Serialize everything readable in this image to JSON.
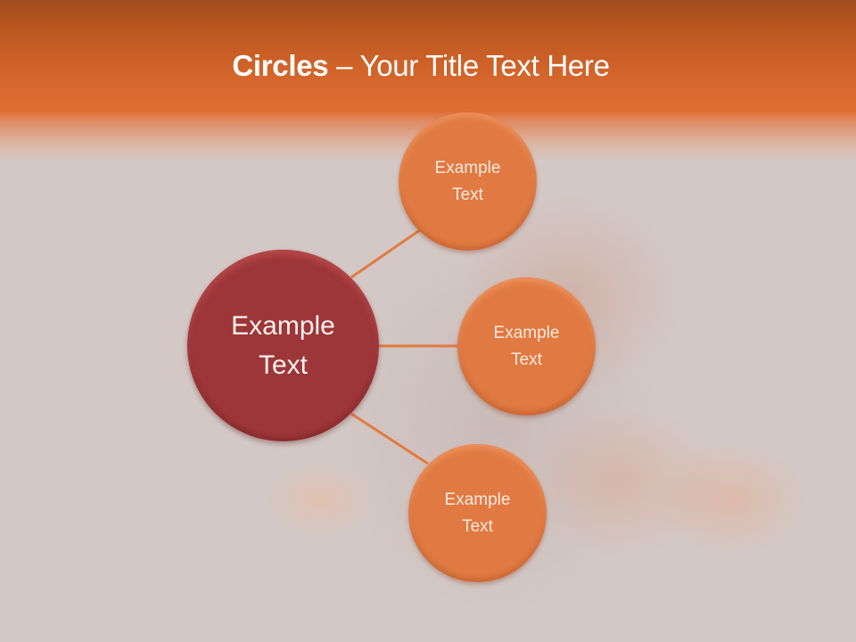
{
  "slide": {
    "title": {
      "bold": "Circles",
      "rest": " – Your Title Text Here"
    },
    "colors": {
      "header_orange": "#e06e32",
      "center_circle": "#9c3638",
      "outer_circle": "#e07a42",
      "connector": "#e27b3e",
      "background": "#d3c8c5"
    }
  },
  "diagram": {
    "center": {
      "line1": "Example",
      "line2": "Text"
    },
    "nodes": [
      {
        "line1": "Example",
        "line2": "Text"
      },
      {
        "line1": "Example",
        "line2": "Text"
      },
      {
        "line1": "Example",
        "line2": "Text"
      }
    ]
  }
}
